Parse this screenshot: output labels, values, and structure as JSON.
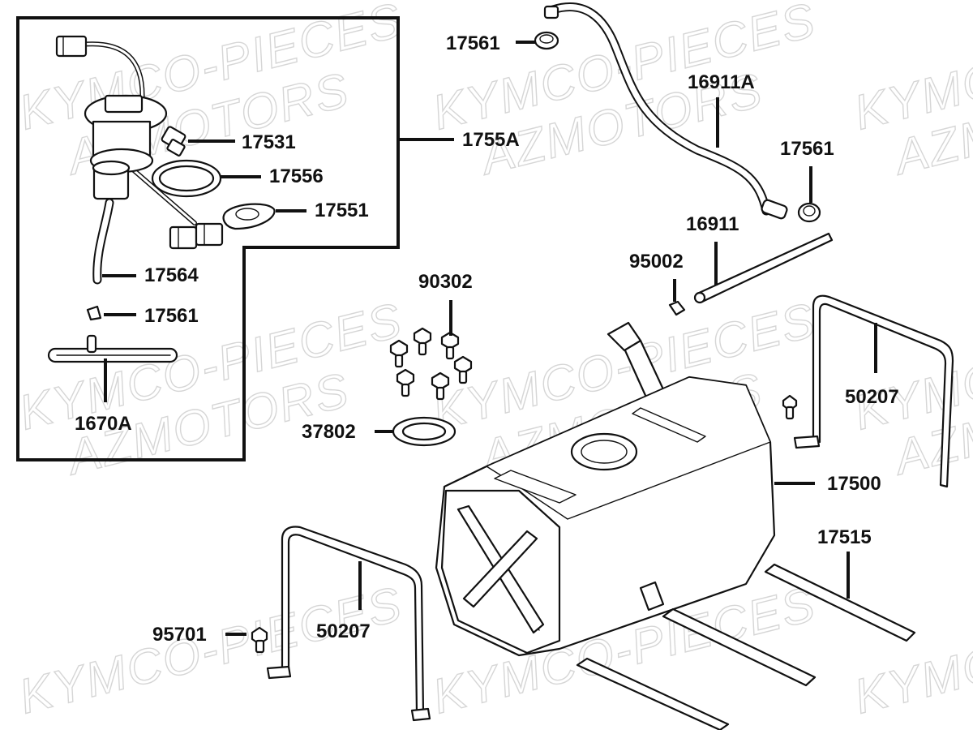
{
  "watermark": {
    "line1": "KYMCO-PIECES",
    "line2": "AZMOTORS",
    "color": "#d6d6d6"
  },
  "colors": {
    "ink": "#111111",
    "background": "#ffffff"
  },
  "labels": {
    "p17561_top": "17561",
    "p16911A": "16911A",
    "p17561_right": "17561",
    "p17531": "17531",
    "p1755A": "1755A",
    "p17556": "17556",
    "p17551": "17551",
    "p17564": "17564",
    "p17561_inset": "17561",
    "p1670A": "1670A",
    "p16911": "16911",
    "p95002": "95002",
    "p90302": "90302",
    "p37802": "37802",
    "p50207_right": "50207",
    "p17500": "17500",
    "p17515": "17515",
    "p95701": "95701",
    "p50207_left": "50207"
  }
}
